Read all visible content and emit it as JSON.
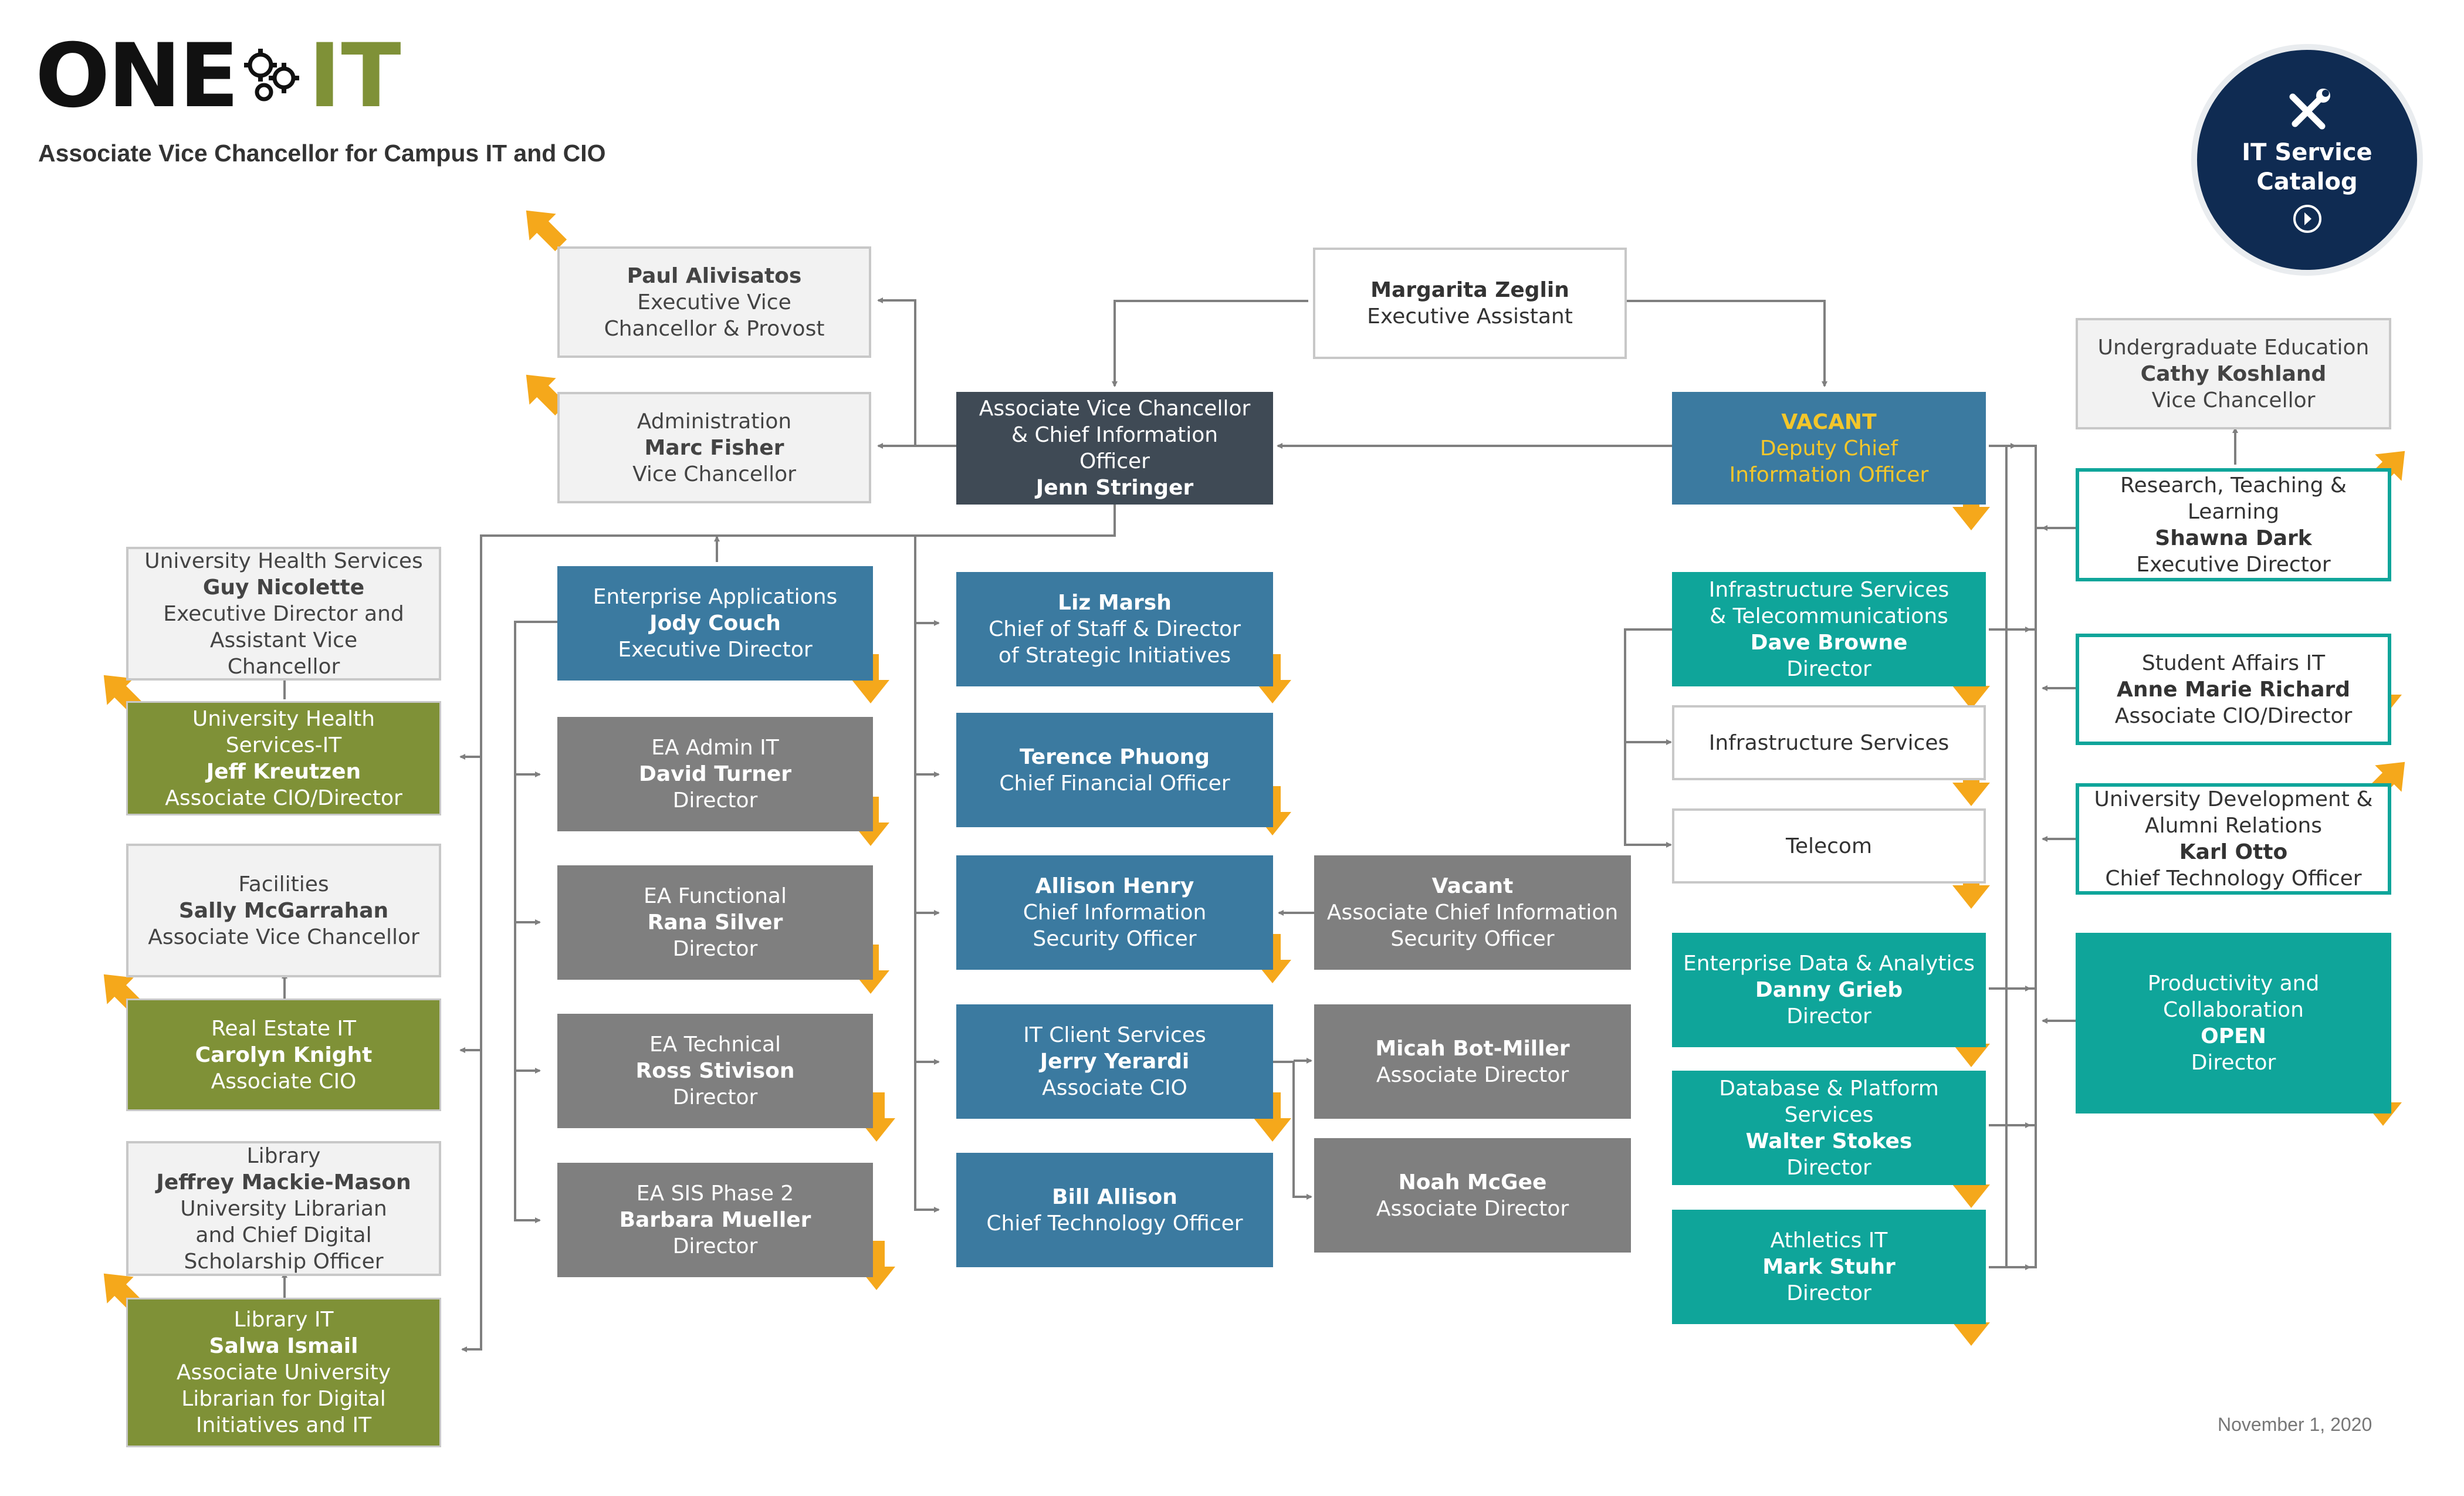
{
  "logo": {
    "one": "ONE",
    "it": "IT"
  },
  "subtitle": "Associate Vice Chancellor for Campus IT and CIO",
  "service_catalog": {
    "label": "IT Service Catalog"
  },
  "date": "November 1, 2020",
  "colors": {
    "blue": "#3b7aa0",
    "dark": "#3f4a55",
    "gray": "#7f7f7f",
    "teal": "#0fa59a",
    "olive": "#7f9137",
    "arrow": "#f5a81b",
    "vacant": "#f3c62b",
    "navy": "#0f2b52"
  },
  "boxes": {
    "alivisatos": {
      "name": "Paul Alivisatos",
      "title": "Executive Vice Chancellor & Provost"
    },
    "fisher": {
      "dept": "Administration",
      "name": "Marc Fisher",
      "title": "Vice Chancellor"
    },
    "zeglin": {
      "name": "Margarita Zeglin",
      "title": "Executive Assistant"
    },
    "stringer": {
      "title": "Associate Vice Chancellor & Chief Information Officer",
      "name": "Jenn Stringer"
    },
    "deputy": {
      "name": "VACANT",
      "title": "Deputy Chief Information Officer"
    },
    "koshland": {
      "dept": "Undergraduate Education",
      "name": "Cathy Koshland",
      "title": "Vice Chancellor"
    },
    "dark": {
      "dept": "Research, Teaching & Learning",
      "name": "Shawna Dark",
      "title": "Executive Director"
    },
    "richard": {
      "dept": "Student Affairs IT",
      "name": "Anne Marie Richard",
      "title": "Associate CIO/Director"
    },
    "otto": {
      "dept": "University Development & Alumni Relations",
      "name": "Karl Otto",
      "title": "Chief Technology Officer"
    },
    "productivity": {
      "dept": "Productivity and Collaboration",
      "name": "OPEN",
      "title": "Director"
    },
    "nicolette": {
      "dept": "University Health Services",
      "name": "Guy Nicolette",
      "title": "Executive Director and Assistant Vice Chancellor"
    },
    "kreutzen": {
      "dept": "University Health Services-IT",
      "name": "Jeff Kreutzen",
      "title": "Associate CIO/Director"
    },
    "mcgarrahan": {
      "dept": "Facilities",
      "name": "Sally McGarrahan",
      "title": "Associate Vice Chancellor"
    },
    "knight": {
      "dept": "Real Estate IT",
      "name": "Carolyn Knight",
      "title": "Associate CIO"
    },
    "mackiemason": {
      "dept": "Library",
      "name": "Jeffrey Mackie-Mason",
      "title": "University Librarian and Chief Digital Scholarship Officer"
    },
    "ismail": {
      "dept": "Library IT",
      "name": "Salwa Ismail",
      "title": "Associate University Librarian for Digital Initiatives and IT"
    },
    "couch": {
      "dept": "Enterprise Applications",
      "name": "Jody Couch",
      "title": "Executive Director"
    },
    "turner": {
      "dept": "EA Admin IT",
      "name": "David Turner",
      "title": "Director"
    },
    "silver": {
      "dept": "EA Functional",
      "name": "Rana Silver",
      "title": "Director"
    },
    "stivison": {
      "dept": "EA Technical",
      "name": "Ross Stivison",
      "title": "Director"
    },
    "mueller": {
      "dept": "EA SIS Phase 2",
      "name": "Barbara Mueller",
      "title": "Director"
    },
    "marsh": {
      "name": "Liz Marsh",
      "title": "Chief of Staff & Director of Strategic Initiatives"
    },
    "phuong": {
      "name": "Terence Phuong",
      "title": "Chief Financial Officer"
    },
    "henry": {
      "name": "Allison Henry",
      "title": "Chief Information Security Officer"
    },
    "yerardi": {
      "dept": "IT Client Services",
      "name": "Jerry Yerardi",
      "title": "Associate CIO"
    },
    "allison": {
      "name": "Bill Allison",
      "title": "Chief Technology Officer"
    },
    "vacant_ciso": {
      "name": "Vacant",
      "title": "Associate Chief Information Security Officer"
    },
    "botmiller": {
      "name": "Micah Bot-Miller",
      "title": "Associate Director"
    },
    "mcgee": {
      "name": "Noah McGee",
      "title": "Associate Director"
    },
    "browne": {
      "dept": "Infrastructure Services & Telecommunications",
      "name": "Dave Browne",
      "title": "Director"
    },
    "infra": {
      "dept": "Infrastructure Services"
    },
    "telecom": {
      "dept": "Telecom"
    },
    "grieb": {
      "dept": "Enterprise Data & Analytics",
      "name": "Danny Grieb",
      "title": "Director"
    },
    "stokes": {
      "dept": "Database & Platform Services",
      "name": "Walter Stokes",
      "title": "Director"
    },
    "stuhr": {
      "dept": "Athletics IT",
      "name": "Mark Stuhr",
      "title": "Director"
    }
  }
}
